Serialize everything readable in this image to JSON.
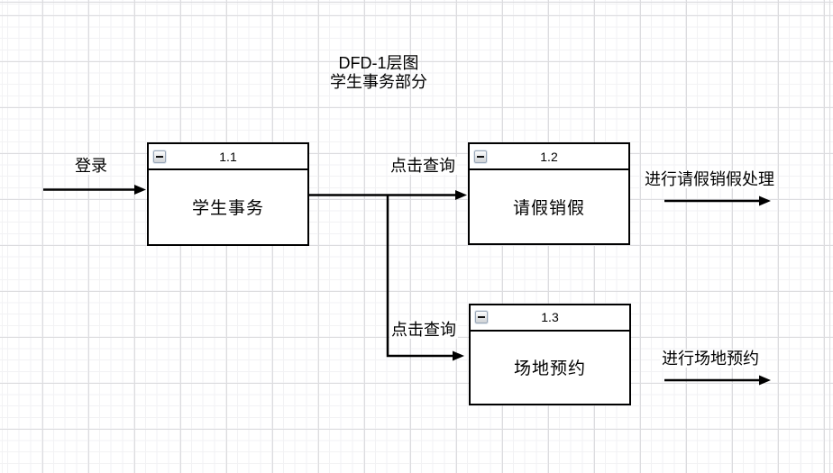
{
  "canvas": {
    "background": "#ffffff",
    "grid_minor_color": "#f2f2f4",
    "grid_major_color": "#dcdcdf",
    "stroke_color": "#000000"
  },
  "title": {
    "line1": "DFD-1层图",
    "line2": "学生事务部分"
  },
  "nodes": [
    {
      "id": "1.1",
      "label": "学生事务",
      "collapse_icon": "minus-icon"
    },
    {
      "id": "1.2",
      "label": "请假销假",
      "collapse_icon": "minus-icon"
    },
    {
      "id": "1.3",
      "label": "场地预约",
      "collapse_icon": "minus-icon"
    }
  ],
  "edges": {
    "login": {
      "label": "登录"
    },
    "query_to_leave": {
      "label": "点击查询"
    },
    "query_to_venue": {
      "label": "点击查询"
    },
    "leave_output": {
      "label": "进行请假销假处理"
    },
    "venue_output": {
      "label": "进行场地预约"
    }
  }
}
